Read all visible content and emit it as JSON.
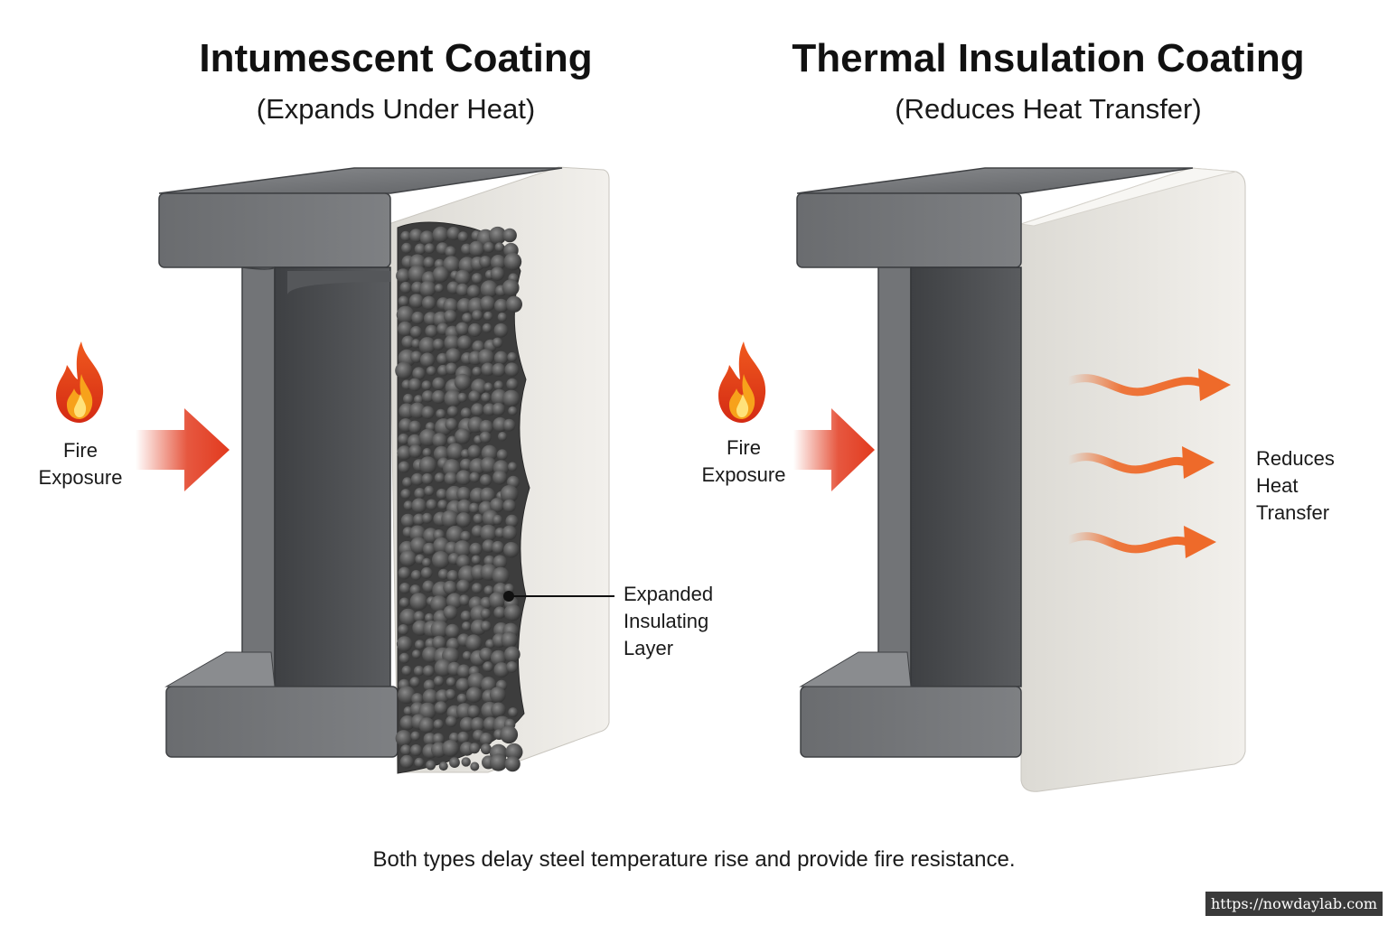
{
  "left_panel": {
    "title": "Intumescent Coating",
    "subtitle": "(Expands Under Heat)",
    "fire_label_line1": "Fire",
    "fire_label_line2": "Exposure",
    "callout_line1": "Expanded",
    "callout_line2": "Insulating",
    "callout_line3": "Layer",
    "flame_icon": "flame-icon",
    "arrow_icon": "arrow-right-icon"
  },
  "right_panel": {
    "title": "Thermal Insulation Coating",
    "subtitle": "(Reduces Heat Transfer)",
    "fire_label_line1": "Fire",
    "fire_label_line2": "Exposure",
    "transfer_label_line1": "Reduces",
    "transfer_label_line2": "Heat",
    "transfer_label_line3": "Transfer",
    "flame_icon": "flame-icon",
    "arrow_icon": "arrow-right-icon",
    "wavy_arrow_icon": "wavy-arrow-icon"
  },
  "caption": "Both types delay steel temperature rise and provide fire resistance.",
  "watermark": "https://nowdaylab.com",
  "colors": {
    "steel": "#6f7174",
    "steel_dark": "#4a4c4f",
    "coating": "#eceae5",
    "char": "#4b4b4b",
    "fire_arrow": "#e23a1e",
    "heat_arrow": "#ee6a2a"
  }
}
